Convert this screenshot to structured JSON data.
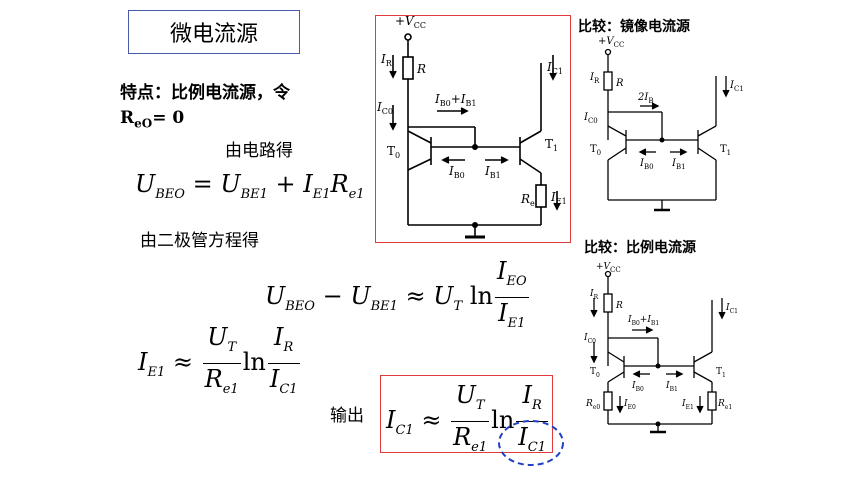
{
  "title": "微电流源",
  "feature_line1": "特点：比例电流源，令",
  "feature_line2": "ReO= 0",
  "from_circuit": "由电路得",
  "from_diode": "由二极管方程得",
  "output_label": "输出",
  "compare_mirror": "比较：镜像电流源",
  "compare_ratio": "比较：比例电流源",
  "eq1": {
    "lhs": "U",
    "lhs_sub": "BEO",
    "eq": "=",
    "t1": "U",
    "t1_sub": "BE1",
    "plus": "+",
    "t2": "I",
    "t2_sub": "E1",
    "t3": "R",
    "t3_sub": "e1"
  },
  "eq2": {
    "a": "U",
    "a_sub": "BEO",
    "minus": "−",
    "b": "U",
    "b_sub": "BE1",
    "approx": "≈",
    "c": "U",
    "c_sub": "T",
    "ln": "ln",
    "num": "I",
    "num_sub": "EO",
    "den": "I",
    "den_sub": "E1"
  },
  "eq3": {
    "lhs": "I",
    "lhs_sub": "E1",
    "approx": "≈",
    "f1_num": "U",
    "f1_num_sub": "T",
    "f1_den": "R",
    "f1_den_sub": "e1",
    "ln": "ln",
    "f2_num": "I",
    "f2_num_sub": "R",
    "f2_den": "I",
    "f2_den_sub": "C1"
  },
  "eq4": {
    "lhs": "I",
    "lhs_sub": "C1",
    "approx": "≈",
    "f1_num": "U",
    "f1_num_sub": "T",
    "f1_den": "R",
    "f1_den_sub": "e1",
    "ln": "ln",
    "f2_num": "I",
    "f2_num_sub": "R",
    "f2_den": "I",
    "f2_den_sub": "C1"
  },
  "circuit_main": {
    "vcc": "+V",
    "vcc_sub": "CC",
    "ir": "I",
    "ir_sub": "R",
    "r": "R",
    "ic0": "I",
    "ic0_sub": "C0",
    "ib_sum": "I",
    "ib_sum_sub": "B0",
    "ib_sum2": "+I",
    "ib_sum2_sub": "B1",
    "ic1": "I",
    "ic1_sub": "C1",
    "t0": "T",
    "t0_sub": "0",
    "t1": "T",
    "t1_sub": "1",
    "ib0": "I",
    "ib0_sub": "B0",
    "ib1": "I",
    "ib1_sub": "B1",
    "re": "R",
    "re_sub": "e",
    "ie1": "I",
    "ie1_sub": "E1"
  },
  "circuit_mirror": {
    "vcc": "+V",
    "vcc_sub": "CC",
    "ir": "I",
    "ir_sub": "R",
    "r": "R",
    "ic0": "I",
    "ic0_sub": "C0",
    "two_ib": "2I",
    "two_ib_sub": "B",
    "ic1": "I",
    "ic1_sub": "C1",
    "t0": "T",
    "t0_sub": "0",
    "t1": "T",
    "t1_sub": "1",
    "ib0": "I",
    "ib0_sub": "B0",
    "ib1": "I",
    "ib1_sub": "B1"
  },
  "circuit_ratio": {
    "vcc": "+V",
    "vcc_sub": "CC",
    "ir": "I",
    "ir_sub": "R",
    "r": "R",
    "ic0": "I",
    "ic0_sub": "C0",
    "ib_sum": "I",
    "ib_sum_sub": "B0",
    "ib_sum2": "+I",
    "ib_sum2_sub": "B1",
    "ic1": "I",
    "ic1_sub": "C1",
    "t0": "T",
    "t0_sub": "0",
    "t1": "T",
    "t1_sub": "1",
    "ib0": "I",
    "ib0_sub": "B0",
    "ib1": "I",
    "ib1_sub": "B1",
    "re0": "R",
    "re0_sub": "e0",
    "ie0": "I",
    "ie0_sub": "E0",
    "ie1": "I",
    "ie1_sub": "E1",
    "re1": "R",
    "re1_sub": "e1"
  },
  "colors": {
    "title_border": "#4a5aa8",
    "panel_border": "#e03a3a",
    "circle": "#1f3fc4"
  }
}
